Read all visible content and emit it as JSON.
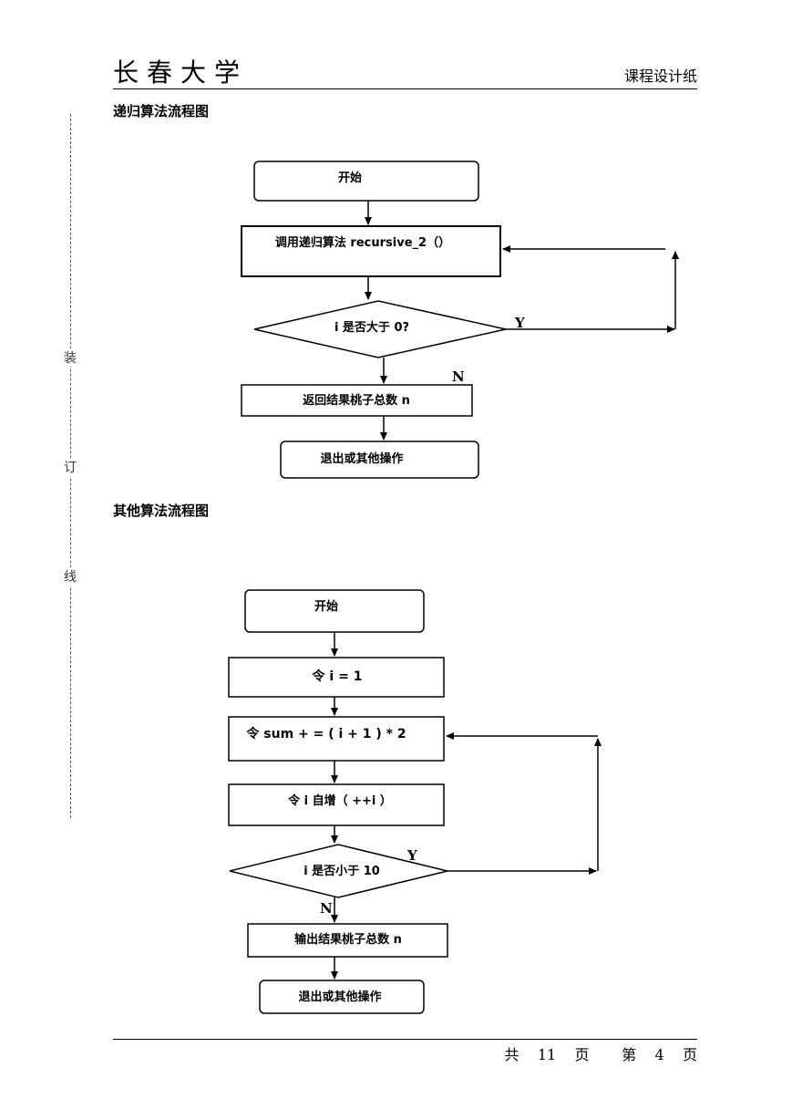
{
  "header": {
    "university": "长春大学",
    "paper_type": "课程设计纸"
  },
  "binding_marks": [
    "装",
    "订",
    "线"
  ],
  "section1": {
    "title": "递归算法流程图",
    "nodes": {
      "start": "开始",
      "call": "调用递归算法 recursive_2（）",
      "decision": "i 是否大于 0?",
      "return": "返回结果桃子总数  n",
      "exit": "退出或其他操作"
    },
    "yes_label": "Y",
    "no_label": "N"
  },
  "section2": {
    "title": "其他算法流程图",
    "nodes": {
      "start": "开始",
      "init": "令      i = 1",
      "sum": "令    sum    + = ( i + 1 ) * 2",
      "incr": "令  i  自增（  ++i  ）",
      "decision": "i 是否小于 10",
      "output": "输出结果桃子总数 n",
      "exit": "退出或其他操作"
    },
    "yes_label": "Y",
    "no_label": "N"
  },
  "footer": {
    "text": "共    11    页       第    4    页"
  }
}
